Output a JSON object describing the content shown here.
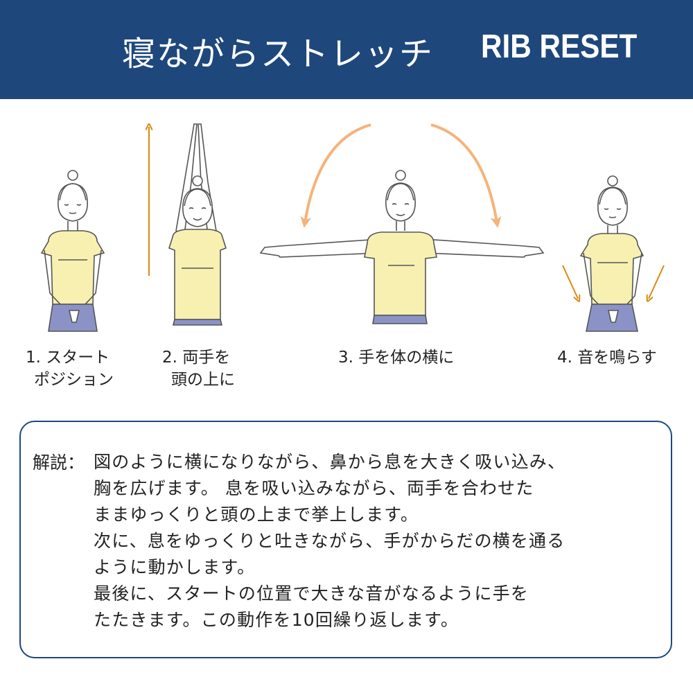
{
  "header": {
    "title": "寝ながらストレッチ",
    "subtitle": "RIB RESET"
  },
  "steps": [
    {
      "line1": "1. スタート",
      "line2": "ポジション"
    },
    {
      "line1": "2. 両手を",
      "line2": "頭の上に"
    },
    {
      "line1": "3. 手を体の横に",
      "line2": ""
    },
    {
      "line1": "4. 音を鳴らす",
      "line2": ""
    }
  ],
  "description": {
    "label": "解説：",
    "lines": [
      "図のように横になりながら、鼻から息を大きく吸い込み、",
      "胸を広げます。 息を吸い込みながら、両手を合わせた",
      "ままゆっくりと頭の上まで挙上します。",
      "次に、息をゆっくりと吐きながら、手がからだの横を通る",
      "ように動かします。",
      "最後に、スタートの位置で大きな音がなるように手を",
      "たたきます。この動作を10回繰り返します。"
    ]
  },
  "colors": {
    "header_bg": "#1e477c",
    "shirt": "#f7f0b0",
    "pants": "#8b93c6",
    "arrow_dark": "#d9890f",
    "arrow_light": "#f5b37a",
    "outline": "#555555"
  }
}
